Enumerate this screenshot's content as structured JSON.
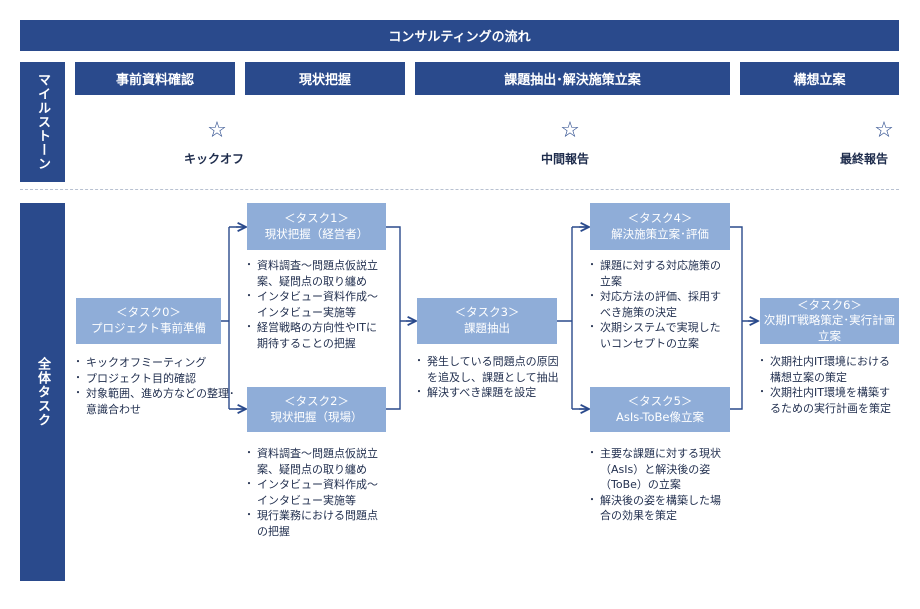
{
  "title": "コンサルティングの流れ",
  "side_labels": {
    "milestone": "マイルストーン",
    "tasks": "全体タスク"
  },
  "phases": [
    "事前資料確認",
    "現状把握",
    "課題抽出･解決施策立案",
    "構想立案"
  ],
  "milestones": [
    {
      "label": "キックオフ",
      "icon": "star-outline-icon"
    },
    {
      "label": "中間報告",
      "icon": "star-outline-icon"
    },
    {
      "label": "最終報告",
      "icon": "star-outline-icon"
    }
  ],
  "tasks": [
    {
      "num": "＜タスク0＞",
      "name": "プロジェクト事前準備",
      "items": [
        "キックオフミーティング",
        "プロジェクト目的確認",
        "対象範囲、進め方などの整理･意識合わせ"
      ]
    },
    {
      "num": "＜タスク1＞",
      "name": "現状把握（経営者）",
      "items": [
        "資料調査～問題点仮説立案、疑問点の取り纏め",
        "インタビュー資料作成～インタビュー実施等",
        "経営戦略の方向性やITに期待することの把握"
      ]
    },
    {
      "num": "＜タスク2＞",
      "name": "現状把握（現場）",
      "items": [
        "資料調査～問題点仮説立案、疑問点の取り纏め",
        "インタビュー資料作成～インタビュー実施等",
        "現行業務における問題点の把握"
      ]
    },
    {
      "num": "＜タスク3＞",
      "name": "課題抽出",
      "items": [
        "発生している問題点の原因を追及し、課題として抽出",
        "解決すべき課題を設定"
      ]
    },
    {
      "num": "＜タスク4＞",
      "name": "解決施策立案･評価",
      "items": [
        "課題に対する対応施策の立案",
        "対応方法の評価、採用すべき施策の決定",
        "次期システムで実現したいコンセプトの立案"
      ]
    },
    {
      "num": "＜タスク5＞",
      "name": "AsIs-ToBe像立案",
      "items": [
        "主要な課題に対する現状（AsIs）と解決後の姿（ToBe）の立案",
        "解決後の姿を構築した場合の効果を策定"
      ]
    },
    {
      "num": "＜タスク6＞",
      "name": "次期IT戦略策定･実行計画立案",
      "items": [
        "次期社内IT環境における構想立案の策定",
        "次期社内IT環境を構築するための実行計画を策定"
      ]
    }
  ],
  "colors": {
    "navy": "#2a4a8c",
    "task_box": "#8fadd8",
    "text": "#1f2d4d"
  }
}
